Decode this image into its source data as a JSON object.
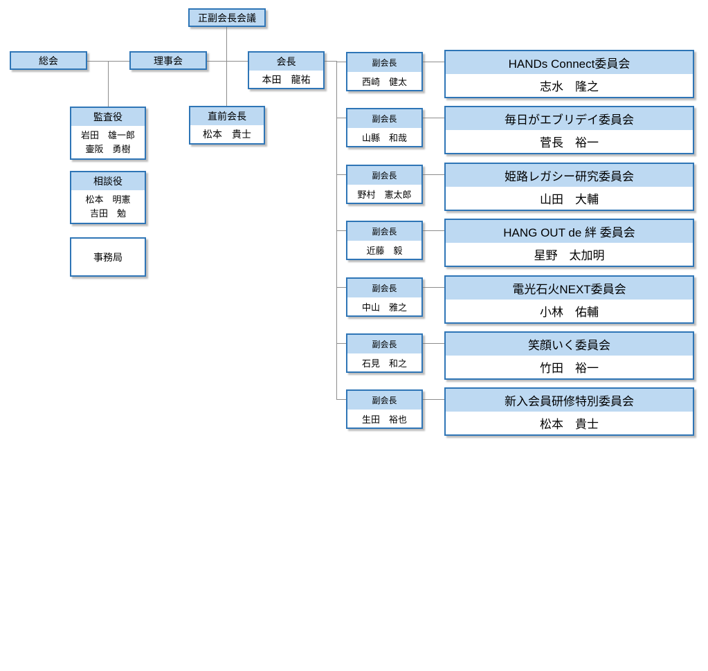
{
  "colors": {
    "box_border": "#2E75B6",
    "header_fill": "#BDD9F2",
    "connector_line": "#8c8c8c",
    "background": "#ffffff"
  },
  "org": {
    "top_meeting": {
      "label": "正副会長会議"
    },
    "general_assembly": {
      "label": "総会"
    },
    "board": {
      "label": "理事会"
    },
    "president": {
      "title": "会長",
      "name": "本田　龍祐"
    },
    "auditor": {
      "title": "監査役",
      "members": [
        "岩田　雄一郎",
        "壷阪　勇樹"
      ]
    },
    "past_president": {
      "title": "直前会長",
      "name": "松本　貴士"
    },
    "advisor": {
      "title": "相談役",
      "members": [
        "松本　明憲",
        "吉田　勉"
      ]
    },
    "secretariat": {
      "label": "事務局"
    },
    "vp_title": "副会長",
    "branches": [
      {
        "vp": "西崎　健太",
        "committee": "HANDs Connect委員会",
        "chair": "志水　隆之"
      },
      {
        "vp": "山縣　和哉",
        "committee": "毎日がエブリデイ委員会",
        "chair": "菅長　裕一"
      },
      {
        "vp": "野村　憲太郎",
        "committee": "姫路レガシー研究委員会",
        "chair": "山田　大輔"
      },
      {
        "vp": "近藤　毅",
        "committee": "HANG OUT de 絆 委員会",
        "chair": "星野　太加明"
      },
      {
        "vp": "中山　雅之",
        "committee": "電光石火NEXT委員会",
        "chair": "小林　佑輔"
      },
      {
        "vp": "石見　和之",
        "committee": "笑顔いく委員会",
        "chair": "竹田　裕一"
      },
      {
        "vp": "生田　裕也",
        "committee": "新入会員研修特別委員会",
        "chair": "松本　貴士"
      }
    ]
  }
}
